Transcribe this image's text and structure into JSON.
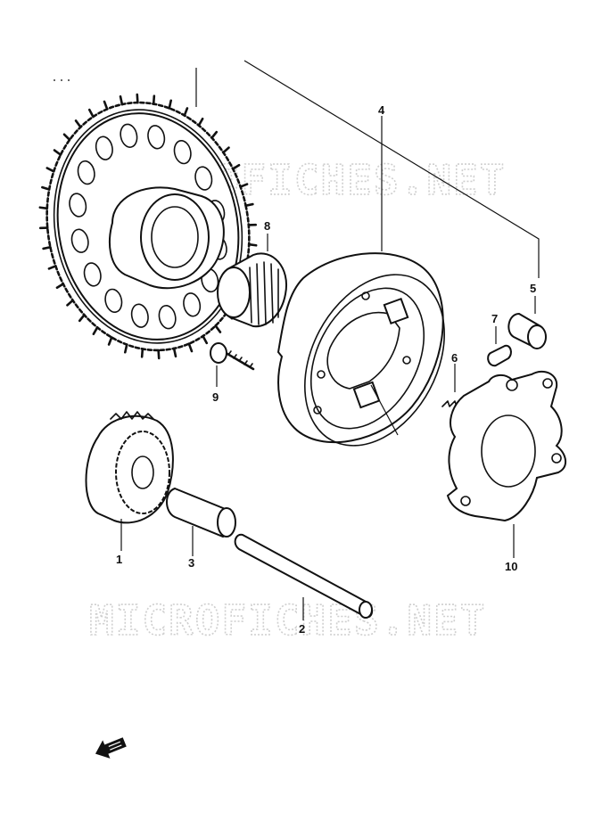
{
  "watermark": {
    "top": "MICROFICHES.NET",
    "bottom": "MICROFICHES.NET"
  },
  "callouts": [
    {
      "id": "1",
      "label": "1"
    },
    {
      "id": "2",
      "label": "2"
    },
    {
      "id": "3",
      "label": "3"
    },
    {
      "id": "4",
      "label": "4"
    },
    {
      "id": "5",
      "label": "5"
    },
    {
      "id": "6",
      "label": "6"
    },
    {
      "id": "7",
      "label": "7"
    },
    {
      "id": "8",
      "label": "8"
    },
    {
      "id": "9",
      "label": "9"
    },
    {
      "id": "10",
      "label": "10"
    }
  ],
  "icons": {
    "front_arrow": "front-arrow-icon"
  }
}
